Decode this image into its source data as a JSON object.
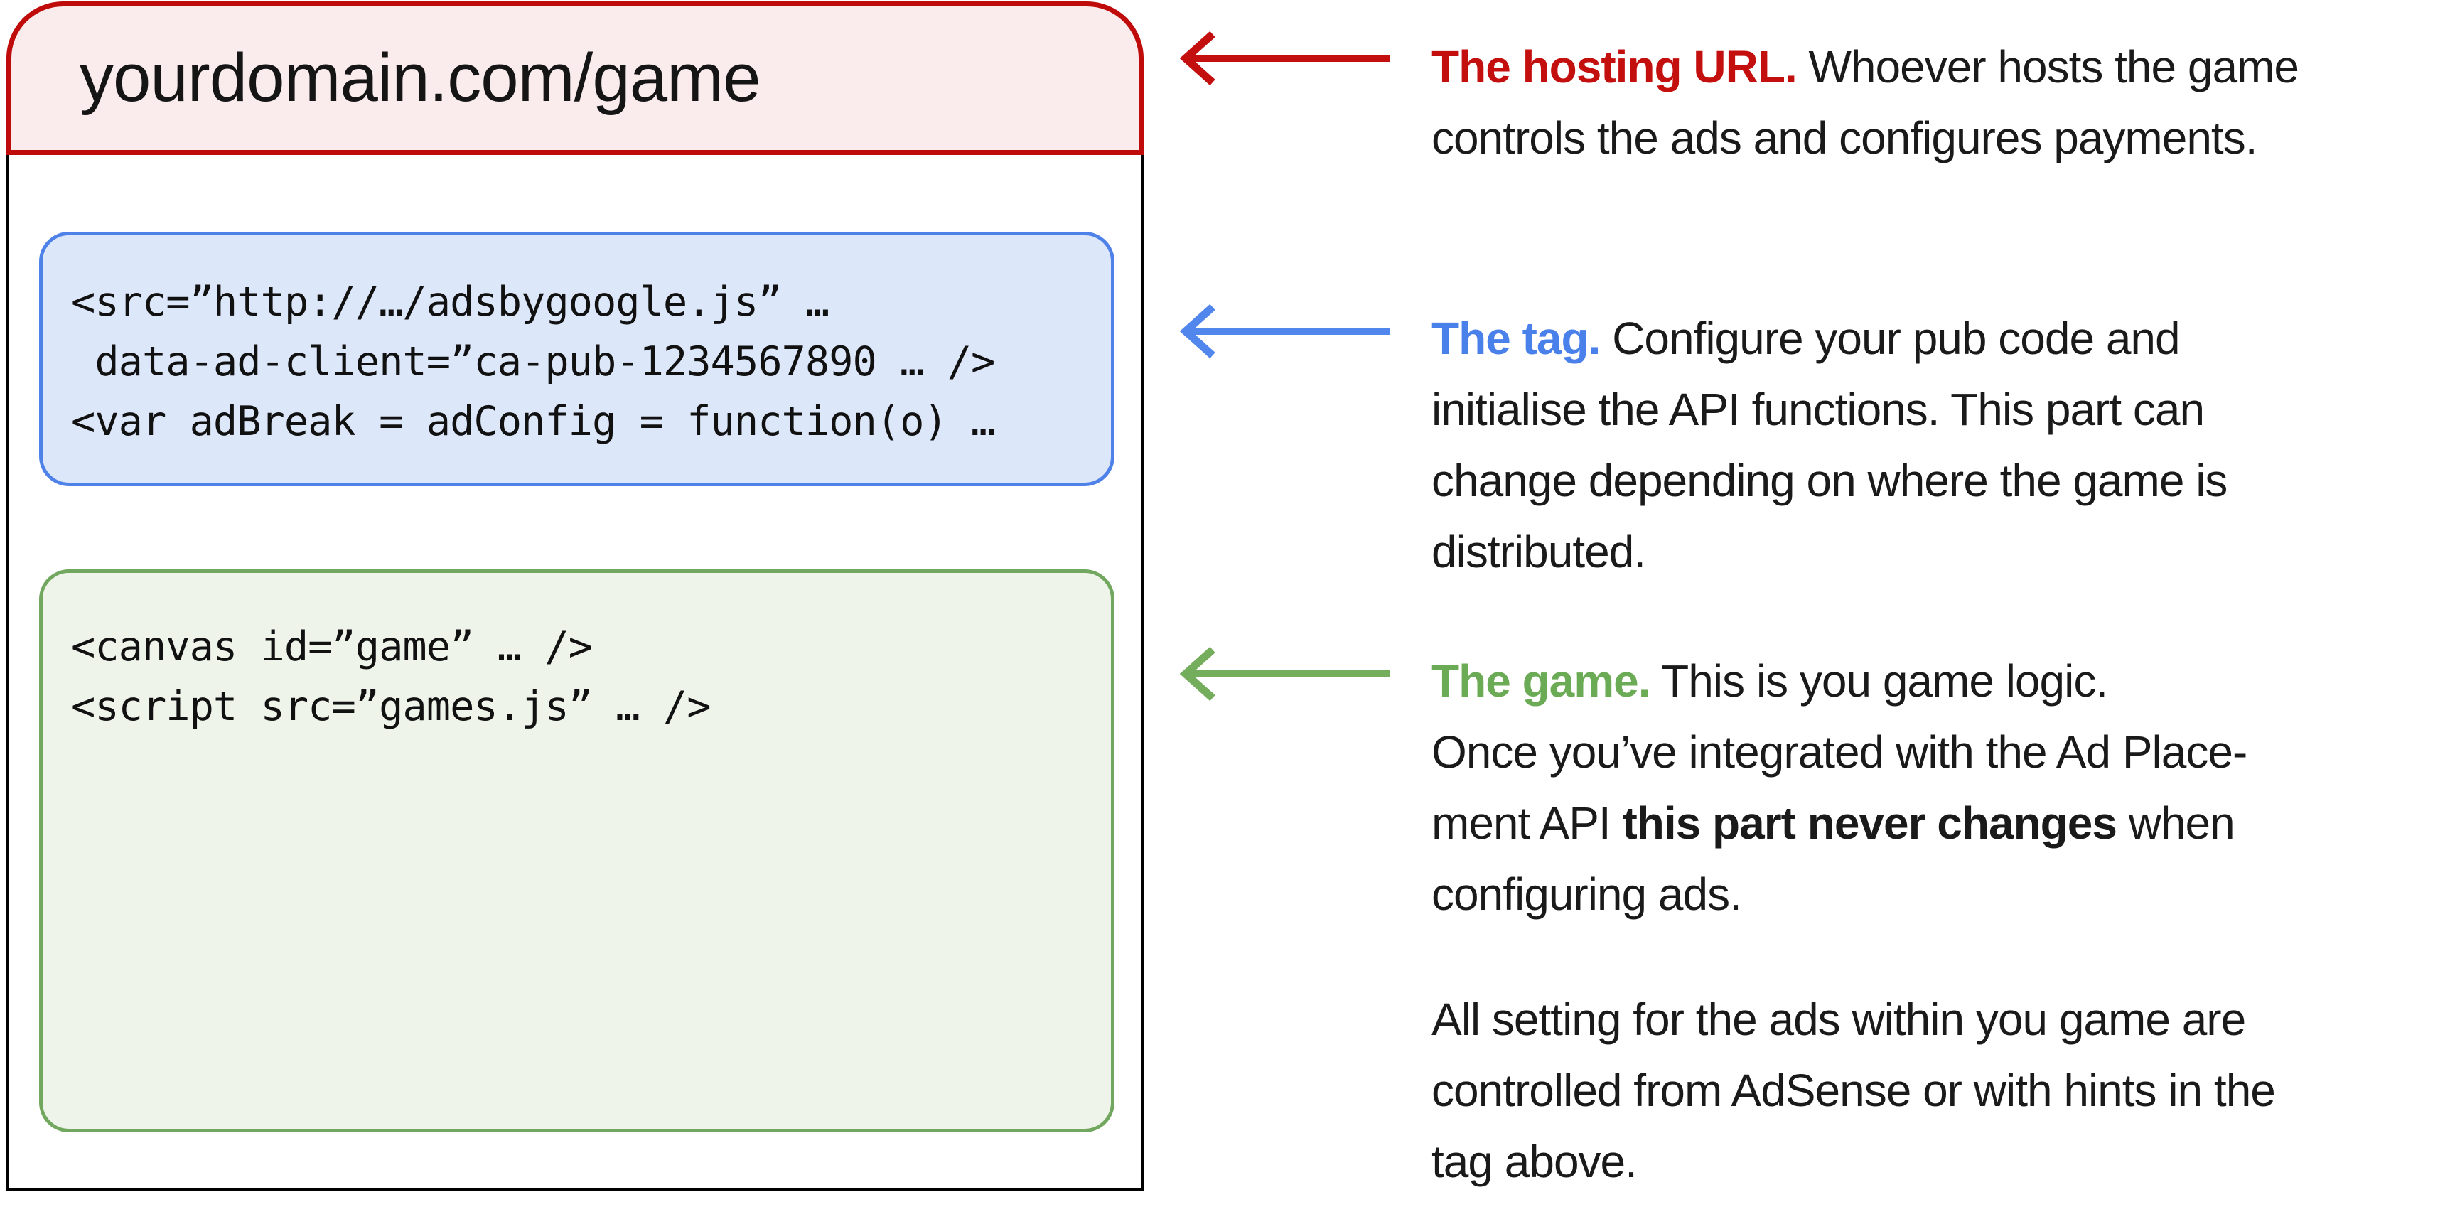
{
  "browser": {
    "url": "yourdomain.com/game",
    "tag_box": {
      "lines": [
        "<src=”http://…/adsbygoogle.js” …",
        " data-ad-client=”ca-pub-1234567890 … />",
        "<var adBreak = adConfig = function(o) …"
      ]
    },
    "game_box": {
      "lines": [
        "<canvas id=”game” … />",
        "<script src=”games.js” … />"
      ]
    }
  },
  "annotations": [
    {
      "id": "hosting-url",
      "theme": "red",
      "arrow": true,
      "lines": [
        [
          {
            "t": "The hosting URL.",
            "s": "head"
          },
          {
            "t": " Whoever hosts the game"
          }
        ],
        [
          {
            "t": "controls the ads and configures payments."
          }
        ]
      ]
    },
    {
      "id": "tag",
      "theme": "blue",
      "arrow": true,
      "lines": [
        [
          {
            "t": "The tag.",
            "s": "head"
          },
          {
            "t": " Configure your pub code and"
          }
        ],
        [
          {
            "t": "initialise the API functions. This part can"
          }
        ],
        [
          {
            "t": "change depending on where the game is"
          }
        ],
        [
          {
            "t": "distributed."
          }
        ]
      ]
    },
    {
      "id": "game",
      "theme": "green",
      "arrow": true,
      "lines": [
        [
          {
            "t": "The game.",
            "s": "head"
          },
          {
            "t": " This is you game logic."
          }
        ],
        [
          {
            "t": "Once you’ve integrated with the Ad Place-"
          }
        ],
        [
          {
            "t": "ment API "
          },
          {
            "t": "this part never changes",
            "s": "bold"
          },
          {
            "t": " when"
          }
        ],
        [
          {
            "t": "configuring ads."
          }
        ]
      ]
    },
    {
      "id": "ads-settings",
      "theme": "plain",
      "arrow": false,
      "lines": [
        [
          {
            "t": "All setting for the ads within you game are"
          }
        ],
        [
          {
            "t": "controlled from AdSense or with hints in the"
          }
        ],
        [
          {
            "t": "tag above."
          }
        ]
      ]
    }
  ],
  "colors": {
    "red_accent": "#C40F0F",
    "red_border": "#C00B0B",
    "red_bg": "#FAECEC",
    "blue_accent": "#4A80EA",
    "blue_border": "#4E82E9",
    "blue_bg": "#DDE7FA",
    "green_accent": "#6BAB55",
    "green_border": "#72A75F",
    "green_bg": "#EFF4EB",
    "panel_border": "#000000",
    "text": "#1A1A1A"
  }
}
